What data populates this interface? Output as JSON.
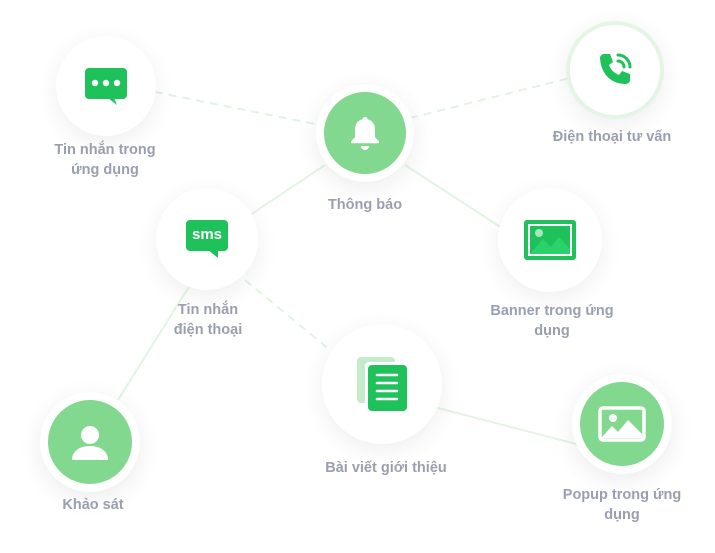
{
  "nodes": [
    {
      "id": "chat",
      "label_1": "Tin nhắn trong",
      "label_2": "ứng dụng",
      "icon": "chat-bubble-icon"
    },
    {
      "id": "bell",
      "label_1": "Thông báo",
      "icon": "bell-icon"
    },
    {
      "id": "phone",
      "label_1": "Điện thoại tư vấn",
      "icon": "phone-icon"
    },
    {
      "id": "sms",
      "label_1": "Tin nhắn",
      "label_2": "điện thoại",
      "icon": "sms-icon",
      "icon_text": "sms"
    },
    {
      "id": "banner",
      "label_1": "Banner trong ứng",
      "label_2": "dụng",
      "icon": "image-icon"
    },
    {
      "id": "person",
      "label_1": "Khảo sát",
      "icon": "user-icon"
    },
    {
      "id": "doc",
      "label_1": "Bài viết giới thiệu",
      "icon": "document-icon"
    },
    {
      "id": "popup",
      "label_1": "Popup trong ứng",
      "label_2": "dụng",
      "icon": "image-icon"
    }
  ],
  "colors": {
    "green": "#82d88e",
    "icon_green": "#22bb55",
    "text": "#9a9fb0",
    "line": "#e3f4e5"
  }
}
